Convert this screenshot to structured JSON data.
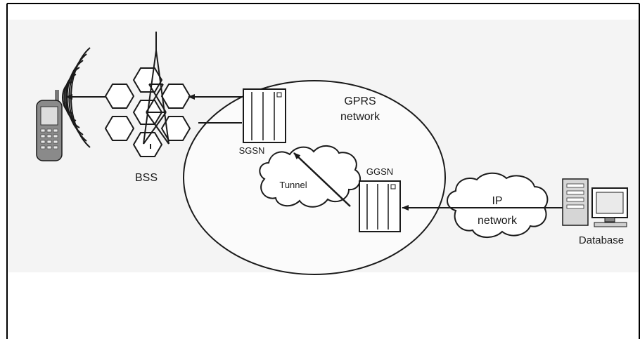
{
  "labels": {
    "bss": "BSS",
    "gprs_line1": "GPRS",
    "gprs_line2": "network",
    "sgsn": "SGSN",
    "tunnel": "Tunnel",
    "ggsn": "GGSN",
    "ip_line1": "IP",
    "ip_line2": "network",
    "database": "Database"
  },
  "icons": {
    "phone": "mobile-phone-icon",
    "tower": "antenna-tower-icon",
    "server": "server-rack-icon",
    "computer": "computer-workstation-icon"
  },
  "colors": {
    "stroke": "#1a1a1a",
    "background": "#ffffff",
    "panel": "#f3f3f3"
  }
}
